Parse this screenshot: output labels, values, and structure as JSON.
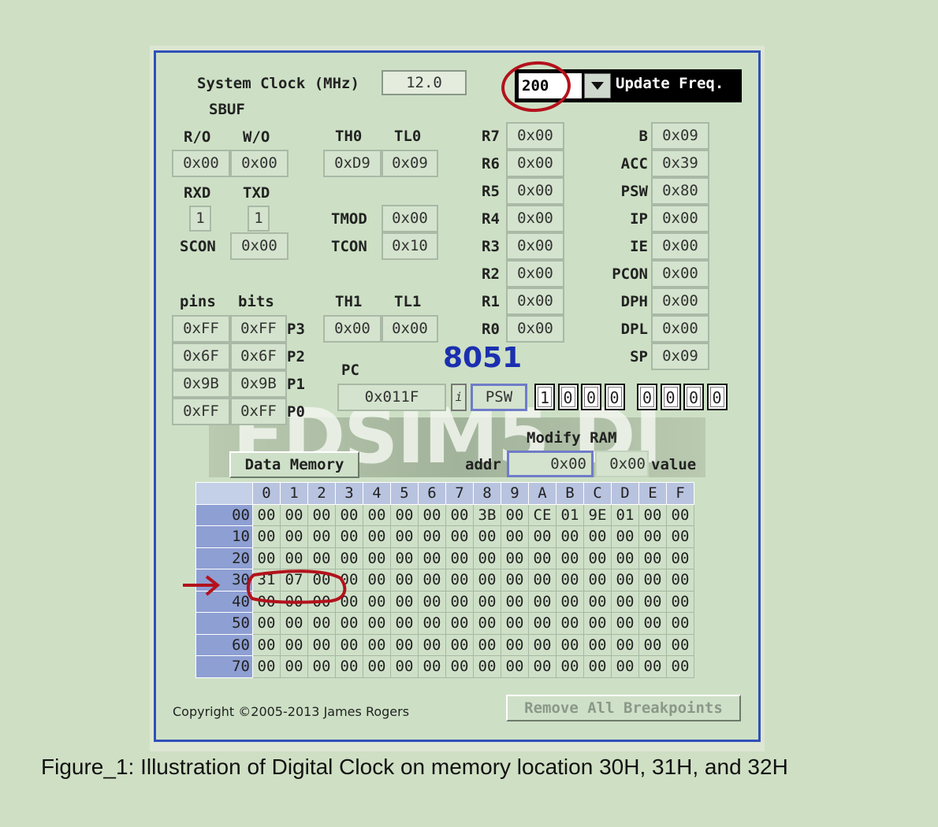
{
  "system_clock": {
    "label": "System Clock (MHz)",
    "value": "12.0"
  },
  "update_freq": {
    "value": "200",
    "label": "Update Freq."
  },
  "sbuf": {
    "label": "SBUF",
    "ro_label": "R/O",
    "wo_label": "W/O",
    "ro_value": "0x00",
    "wo_value": "0x00",
    "rxd_label": "RXD",
    "txd_label": "TXD",
    "rxd_value": "1",
    "txd_value": "1",
    "scon_label": "SCON",
    "scon_value": "0x00"
  },
  "timers": {
    "th0_label": "TH0",
    "tl0_label": "TL0",
    "th0": "0xD9",
    "tl0": "0x09",
    "tmod_label": "TMOD",
    "tmod": "0x00",
    "tcon_label": "TCON",
    "tcon": "0x10",
    "th1_label": "TH1",
    "tl1_label": "TL1",
    "th1": "0x00",
    "tl1": "0x00"
  },
  "registers": [
    {
      "name": "R7",
      "value": "0x00"
    },
    {
      "name": "R6",
      "value": "0x00"
    },
    {
      "name": "R5",
      "value": "0x00"
    },
    {
      "name": "R4",
      "value": "0x00"
    },
    {
      "name": "R3",
      "value": "0x00"
    },
    {
      "name": "R2",
      "value": "0x00"
    },
    {
      "name": "R1",
      "value": "0x00"
    },
    {
      "name": "R0",
      "value": "0x00"
    }
  ],
  "sfr": [
    {
      "name": "B",
      "value": "0x09"
    },
    {
      "name": "ACC",
      "value": "0x39"
    },
    {
      "name": "PSW",
      "value": "0x80"
    },
    {
      "name": "IP",
      "value": "0x00"
    },
    {
      "name": "IE",
      "value": "0x00"
    },
    {
      "name": "PCON",
      "value": "0x00"
    },
    {
      "name": "DPH",
      "value": "0x00"
    },
    {
      "name": "DPL",
      "value": "0x00"
    },
    {
      "name": "SP",
      "value": "0x09"
    }
  ],
  "ports": {
    "pins_label": "pins",
    "bits_label": "bits",
    "rows": [
      {
        "pins": "0xFF",
        "bits": "0xFF",
        "name": "P3"
      },
      {
        "pins": "0x6F",
        "bits": "0x6F",
        "name": "P2"
      },
      {
        "pins": "0x9B",
        "bits": "0x9B",
        "name": "P1"
      },
      {
        "pins": "0xFF",
        "bits": "0xFF",
        "name": "P0"
      }
    ]
  },
  "chip_label": "8051",
  "pc": {
    "label": "PC",
    "value": "0x011F"
  },
  "psw": {
    "info_icon": "i",
    "label": "PSW",
    "bits": [
      "1",
      "0",
      "0",
      "0",
      "0",
      "0",
      "0",
      "0"
    ]
  },
  "watermark": "EdSim51DI",
  "modify_ram": {
    "title": "Modify RAM",
    "addr_label": "addr",
    "addr_value": "0x00",
    "value_value": "0x00",
    "value_label": "value"
  },
  "data_memory_button": "Data Memory",
  "memory": {
    "columns": [
      "0",
      "1",
      "2",
      "3",
      "4",
      "5",
      "6",
      "7",
      "8",
      "9",
      "A",
      "B",
      "C",
      "D",
      "E",
      "F"
    ],
    "rows": [
      {
        "addr": "00",
        "cells": [
          "00",
          "00",
          "00",
          "00",
          "00",
          "00",
          "00",
          "00",
          "3B",
          "00",
          "CE",
          "01",
          "9E",
          "01",
          "00",
          "00"
        ]
      },
      {
        "addr": "10",
        "cells": [
          "00",
          "00",
          "00",
          "00",
          "00",
          "00",
          "00",
          "00",
          "00",
          "00",
          "00",
          "00",
          "00",
          "00",
          "00",
          "00"
        ]
      },
      {
        "addr": "20",
        "cells": [
          "00",
          "00",
          "00",
          "00",
          "00",
          "00",
          "00",
          "00",
          "00",
          "00",
          "00",
          "00",
          "00",
          "00",
          "00",
          "00"
        ]
      },
      {
        "addr": "30",
        "cells": [
          "31",
          "07",
          "00",
          "00",
          "00",
          "00",
          "00",
          "00",
          "00",
          "00",
          "00",
          "00",
          "00",
          "00",
          "00",
          "00"
        ]
      },
      {
        "addr": "40",
        "cells": [
          "00",
          "00",
          "00",
          "00",
          "00",
          "00",
          "00",
          "00",
          "00",
          "00",
          "00",
          "00",
          "00",
          "00",
          "00",
          "00"
        ]
      },
      {
        "addr": "50",
        "cells": [
          "00",
          "00",
          "00",
          "00",
          "00",
          "00",
          "00",
          "00",
          "00",
          "00",
          "00",
          "00",
          "00",
          "00",
          "00",
          "00"
        ]
      },
      {
        "addr": "60",
        "cells": [
          "00",
          "00",
          "00",
          "00",
          "00",
          "00",
          "00",
          "00",
          "00",
          "00",
          "00",
          "00",
          "00",
          "00",
          "00",
          "00"
        ]
      },
      {
        "addr": "70",
        "cells": [
          "00",
          "00",
          "00",
          "00",
          "00",
          "00",
          "00",
          "00",
          "00",
          "00",
          "00",
          "00",
          "00",
          "00",
          "00",
          "00"
        ]
      }
    ]
  },
  "copyright": "Copyright ©2005-2013 James Rogers",
  "remove_breakpoints": "Remove All Breakpoints",
  "caption": "Figure_1: Illustration of Digital Clock on memory location 30H, 31H, and 32H",
  "colors": {
    "panel_border": "#3050b8",
    "chip_label": "#1b2fb0",
    "annotation": "#b3121c",
    "background": "#cfdfc4"
  }
}
